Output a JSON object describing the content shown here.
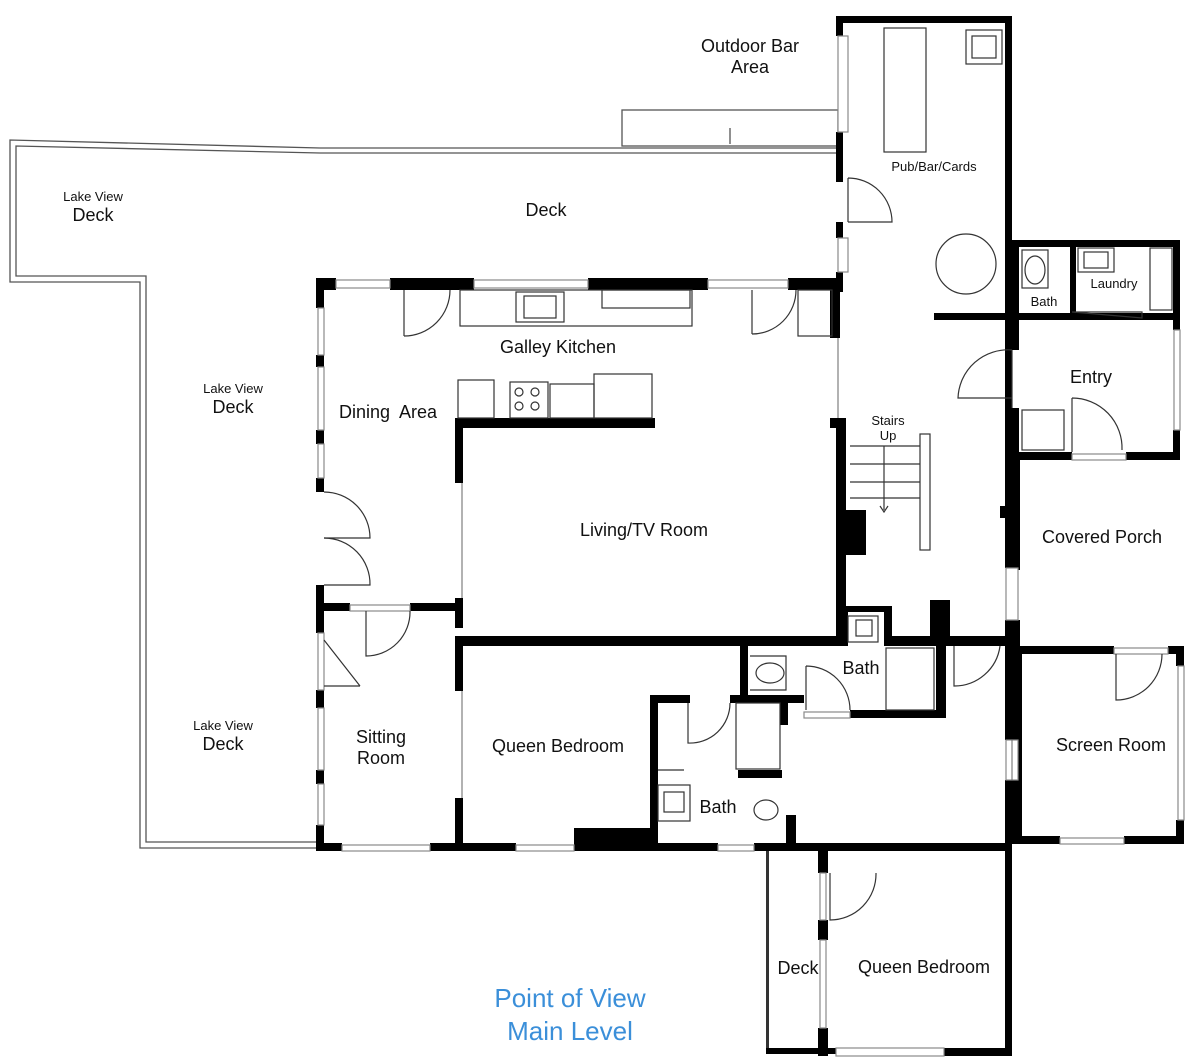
{
  "title": {
    "line1": "Point of View",
    "line2": "Main Level",
    "color": "#3b8fd9"
  },
  "labels": {
    "outdoor_bar_1": "Outdoor Bar",
    "outdoor_bar_2": "Area",
    "pub_bar_cards": "Pub/Bar/Cards",
    "deck_top": "Deck",
    "lake_view_deck_1_a": "Lake View",
    "lake_view_deck_1_b": "Deck",
    "lake_view_deck_2_a": "Lake View",
    "lake_view_deck_2_b": "Deck",
    "lake_view_deck_3_a": "Lake View",
    "lake_view_deck_3_b": "Deck",
    "galley_kitchen": "Galley Kitchen",
    "dining_area": "Dining  Area",
    "living_tv_room": "Living/TV Room",
    "stairs_1": "Stairs",
    "stairs_2": "Up",
    "bath_upper": "Bath",
    "laundry": "Laundry",
    "entry": "Entry",
    "covered_porch": "Covered Porch",
    "bath_center": "Bath",
    "screen_room": "Screen Room",
    "sitting_1": "Sitting",
    "sitting_2": "Room",
    "queen_bedroom_1": "Queen Bedroom",
    "bath_lower": "Bath",
    "deck_bottom": "Deck",
    "queen_bedroom_2": "Queen Bedroom"
  },
  "colors": {
    "wall": "#000000",
    "thin_line": "#555555",
    "window": "#8a8a8a"
  }
}
